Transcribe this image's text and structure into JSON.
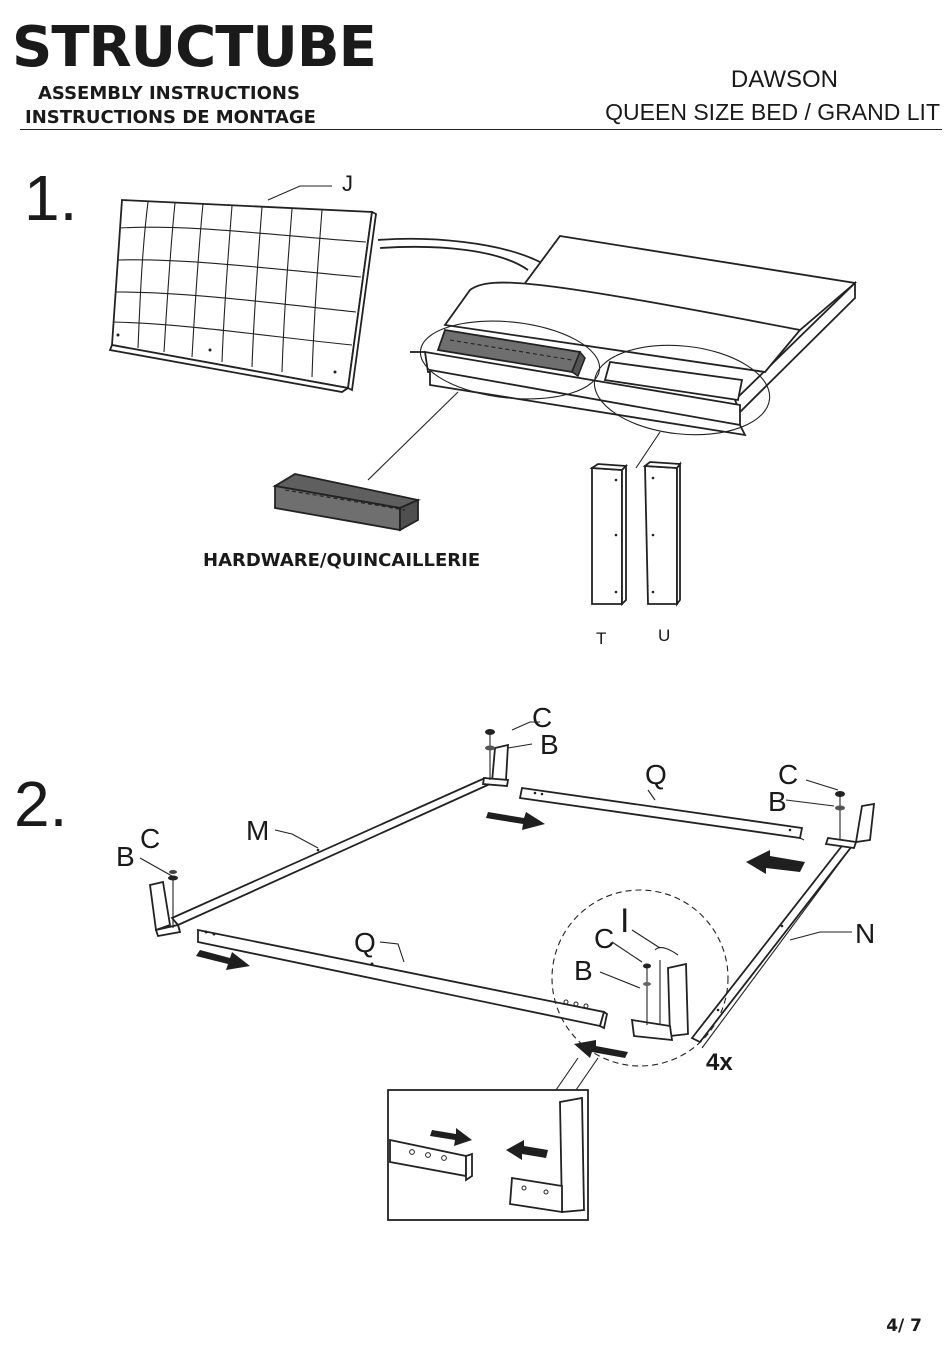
{
  "header": {
    "brand": "STRUCTUBE",
    "subtitle_en": "ASSEMBLY INSTRUCTIONS",
    "subtitle_fr": "INSTRUCTIONS DE MONTAGE",
    "model": "DAWSON",
    "product": "QUEEN SIZE BED / GRAND LIT"
  },
  "step1": {
    "number": "1.",
    "labels": {
      "headboard": "J",
      "slat_t": "T",
      "slat_u": "U"
    },
    "hardware_label": "HARDWARE/QUINCAILLERIE"
  },
  "step2": {
    "number": "2.",
    "labels": {
      "bolt_c_1": "C",
      "washer_b_1": "B",
      "bolt_c_2": "C",
      "washer_b_2": "B",
      "bolt_c_3": "C",
      "washer_b_3": "B",
      "bolt_c_4": "C",
      "washer_b_4": "B",
      "rail_m": "M",
      "rail_n": "N",
      "rail_q_top": "Q",
      "rail_q_bottom": "Q",
      "key_i": "I",
      "quantity": "4x"
    }
  },
  "footer": {
    "page": "4/ 7"
  }
}
